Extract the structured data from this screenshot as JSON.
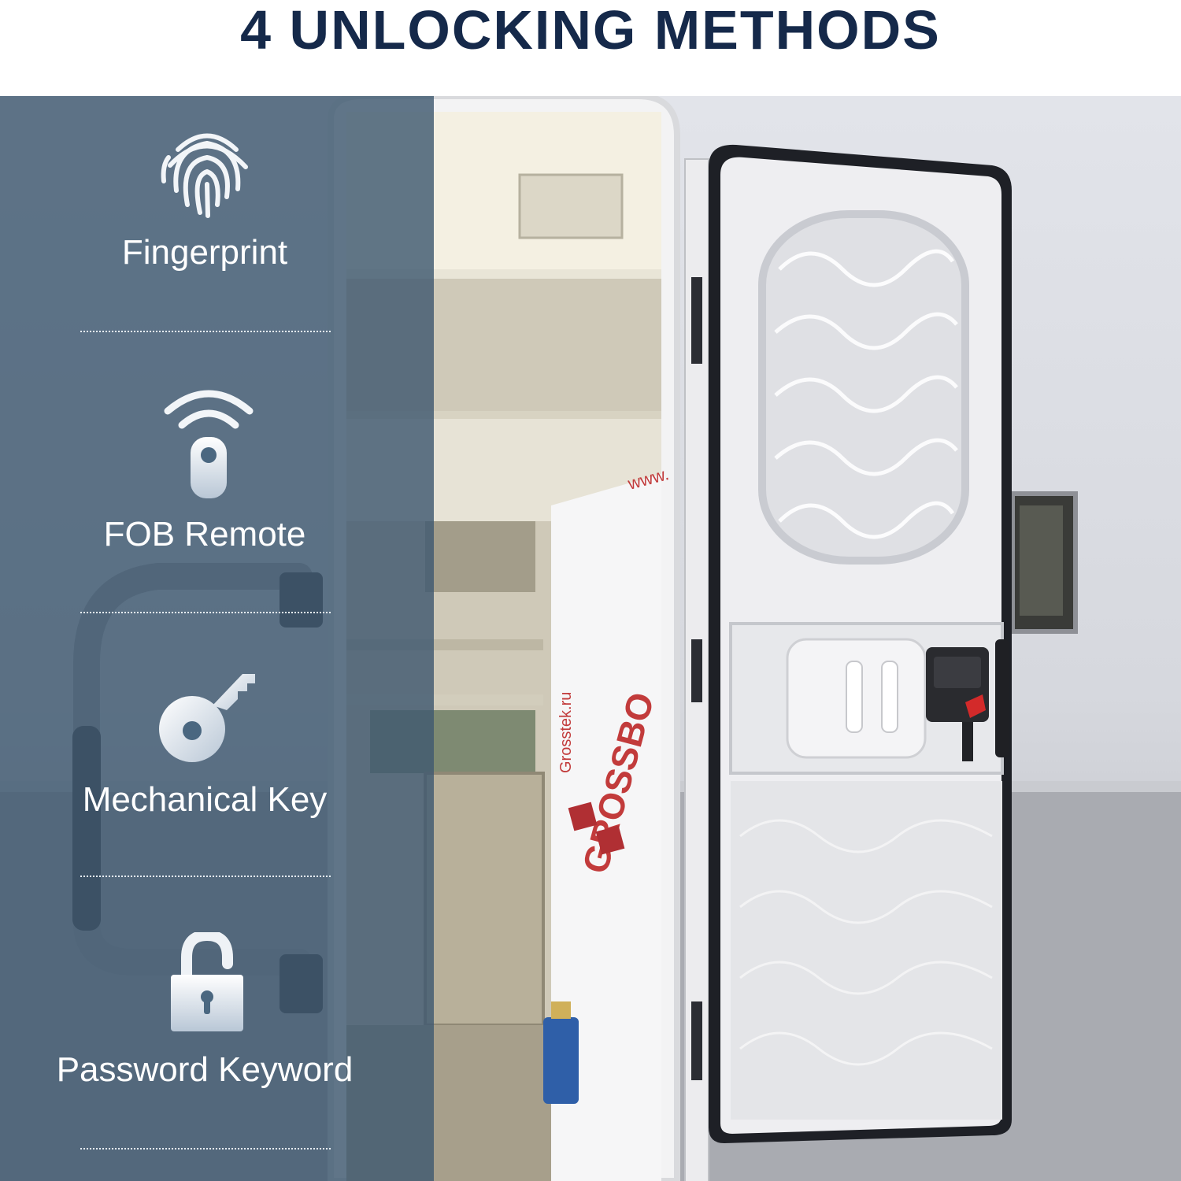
{
  "title": "4 UNLOCKING METHODS",
  "methods": [
    {
      "label": "Fingerprint",
      "icon": "fingerprint-icon"
    },
    {
      "label": "FOB Remote",
      "icon": "fob-remote-icon"
    },
    {
      "label": "Mechanical Key",
      "icon": "key-icon"
    },
    {
      "label": "Password Keyword",
      "icon": "padlock-icon"
    }
  ],
  "photo": {
    "alt_elements": [
      "rv-door",
      "smart-lock",
      "grab-handle",
      "window"
    ],
    "box_text": [
      "www.",
      "GROSSBO",
      "Grosstek.ru"
    ]
  },
  "colors": {
    "title": "#15294a",
    "panel": "#3f5970",
    "label": "#ffffff"
  }
}
